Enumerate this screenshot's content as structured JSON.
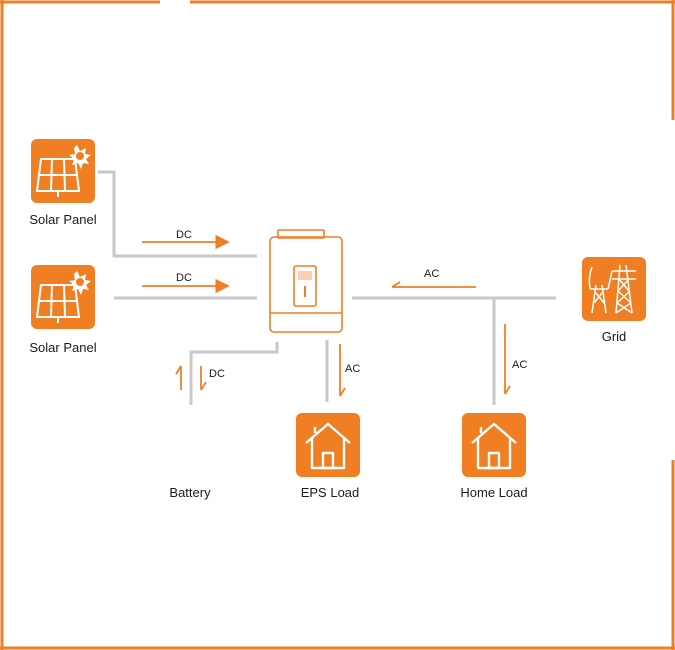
{
  "colors": {
    "accent": "#f07f23",
    "line": "#c8c8c8",
    "text": "#1a1a1a"
  },
  "nodes": {
    "solar_panel_1": {
      "label": "Solar Panel",
      "icon": "solar-panel-icon"
    },
    "solar_panel_2": {
      "label": "Solar Panel",
      "icon": "solar-panel-icon"
    },
    "inverter": {
      "icon": "inverter-icon"
    },
    "battery": {
      "label": "Battery"
    },
    "eps_load": {
      "label": "EPS Load",
      "icon": "house-icon"
    },
    "home_load": {
      "label": "Home Load",
      "icon": "house-icon"
    },
    "grid": {
      "label": "Grid",
      "icon": "power-tower-icon"
    }
  },
  "flows": {
    "dc_panel_1": "DC",
    "dc_panel_2": "DC",
    "dc_battery": "DC",
    "ac_grid": "AC",
    "ac_eps": "AC",
    "ac_home": "AC"
  }
}
